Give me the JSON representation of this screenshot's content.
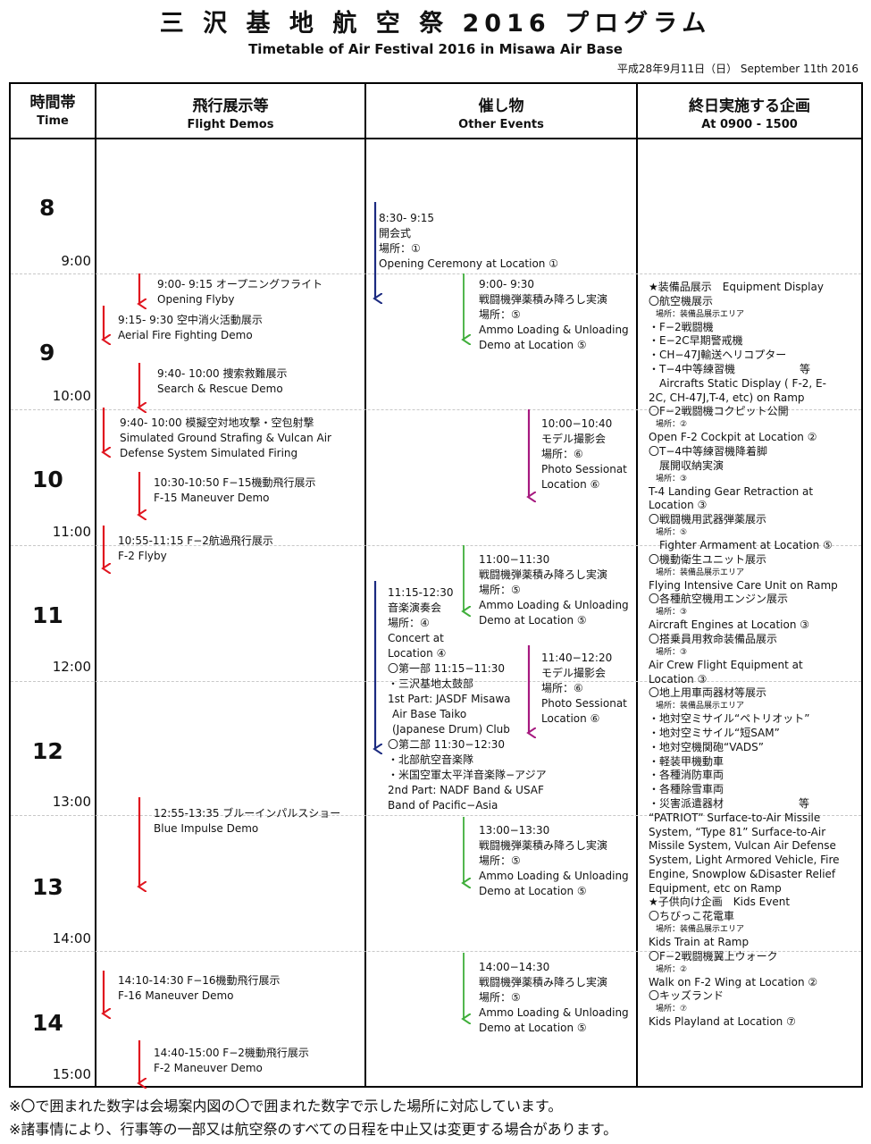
{
  "header": {
    "title": "三 沢 基 地 航 空 祭 2016 プログラム",
    "subtitle": "Timetable of Air Festival 2016 in Misawa Air Base",
    "date": "平成28年9月11日（日） September 11th 2016"
  },
  "columns": [
    {
      "jp": "時間帯",
      "en": "Time"
    },
    {
      "jp": "飛行展示等",
      "en": "Flight Demos"
    },
    {
      "jp": "催し物",
      "en": "Other Events"
    },
    {
      "jp": "終日実施する企画",
      "en": "At 0900 - 1500"
    }
  ],
  "hours": [
    "8",
    "9",
    "10",
    "11",
    "12",
    "13",
    "14"
  ],
  "time_labels": [
    "9:00",
    "10:00",
    "11:00",
    "12:00",
    "13:00",
    "14:00",
    "15:00"
  ],
  "flight_demos": [
    {
      "time": "9:00- 9:15 オープニングフライト",
      "en": "Opening Flyby"
    },
    {
      "time": "9:15- 9:30 空中消火活動展示",
      "en": "Aerial Fire Fighting Demo"
    },
    {
      "time": "9:40- 10:00 捜索救難展示",
      "en": "Search & Rescue Demo"
    },
    {
      "time": "9:40- 10:00 模擬空対地攻撃・空包射撃",
      "en": "Simulated Ground Strafing & Vulcan Air",
      "en2": "Defense System Simulated Firing"
    },
    {
      "time": "10:30-10:50 F−15機動飛行展示",
      "en": "F-15 Maneuver Demo"
    },
    {
      "time": "10:55-11:15 F−2航過飛行展示",
      "en": "F-2 Flyby"
    },
    {
      "time": "12:55-13:35 ブルーインパルスショー",
      "en": "Blue Impulse Demo"
    },
    {
      "time": "14:10-14:30 F−16機動飛行展示",
      "en": "F-16 Maneuver Demo"
    },
    {
      "time": "14:40-15:00 F−2機動飛行展示",
      "en": "F-2 Maneuver Demo"
    }
  ],
  "other_events": {
    "opening": {
      "l1": "8:30- 9:15",
      "l2": "開会式",
      "l3": "場所：①",
      "l4": "Opening Ceremony at Location ①"
    },
    "ammo1": {
      "l1": "9:00- 9:30",
      "l2": "戦闘機弾薬積み降ろし実演",
      "l3": "場所：⑤",
      "l4": "Ammo Loading & Unloading",
      "l5": "Demo at Location ⑤"
    },
    "photo1": {
      "l1": "10:00−10:40",
      "l2": "モデル撮影会",
      "l3": "場所：⑥",
      "l4": "Photo Sessionat",
      "l5": "Location ⑥"
    },
    "ammo2": {
      "l1": "11:00−11:30",
      "l2": "戦闘機弾薬積み降ろし実演",
      "l3": "場所：⑤",
      "l4": "Ammo Loading & Unloading",
      "l5": "Demo at Location ⑤"
    },
    "concert": {
      "l1": "11:15-12:30",
      "l2": "音楽演奏会",
      "l3": "場所：④",
      "l4": "Concert at",
      "l5": "Location ④",
      "l6": "〇第一部 11:15−11:30",
      "l7": "・三沢基地太鼓部",
      "l8": "1st Part: JASDF Misawa",
      "l9": "Air Base Taiko",
      "l10": "(Japanese Drum) Club",
      "l11": "〇第二部 11:30−12:30",
      "l12": "・北部航空音楽隊",
      "l13": "・米国空軍太平洋音楽隊−アジア",
      "l14": "2nd Part: NADF Band & USAF",
      "l15": "Band of Pacific−Asia"
    },
    "photo2": {
      "l1": "11:40−12:20",
      "l2": "モデル撮影会",
      "l3": "場所：⑥",
      "l4": "Photo Sessionat",
      "l5": "Location ⑥"
    },
    "ammo3": {
      "l1": "13:00−13:30",
      "l2": "戦闘機弾薬積み降ろし実演",
      "l3": "場所：⑤",
      "l4": "Ammo Loading & Unloading",
      "l5": "Demo at Location ⑤"
    },
    "ammo4": {
      "l1": "14:00−14:30",
      "l2": "戦闘機弾薬積み降ろし実演",
      "l3": "場所：⑤",
      "l4": "Ammo Loading & Unloading",
      "l5": "Demo at Location ⑤"
    }
  },
  "all_day": [
    {
      "t": "★装備品展示　Equipment Display"
    },
    {
      "t": "〇航空機展示"
    },
    {
      "t": "場所：装備品展示エリア",
      "small": true
    },
    {
      "t": "・F−2戦闘機"
    },
    {
      "t": "・E−2C早期警戒機"
    },
    {
      "t": "・CH−47J輸送ヘリコプター"
    },
    {
      "t": "・T−4中等練習機　　　　　　等"
    },
    {
      "t": "　Aircrafts Static Display ( F-2, E-"
    },
    {
      "t": "2C, CH-47J,T-4, etc) on Ramp"
    },
    {
      "t": "〇F−2戦闘機コクピット公開"
    },
    {
      "t": "場所：②",
      "small": true
    },
    {
      "t": " Open F-2 Cockpit at Location ②"
    },
    {
      "t": "〇T−4中等練習機降着脚"
    },
    {
      "t": "　展開収納実演"
    },
    {
      "t": "場所：③",
      "small": true
    },
    {
      "t": " T-4 Landing Gear Retraction at"
    },
    {
      "t": "Location ③"
    },
    {
      "t": "〇戦闘機用武器弾薬展示"
    },
    {
      "t": "場所：⑤",
      "small": true
    },
    {
      "t": "　Fighter Armament at Location ⑤"
    },
    {
      "t": "〇機動衛生ユニット展示"
    },
    {
      "t": "場所：装備品展示エリア",
      "small": true
    },
    {
      "t": " Flying Intensive Care Unit on Ramp"
    },
    {
      "t": "〇各種航空機用エンジン展示"
    },
    {
      "t": "場所：③",
      "small": true
    },
    {
      "t": " Aircraft Engines at Location ③"
    },
    {
      "t": "〇搭乗員用救命装備品展示"
    },
    {
      "t": "場所：③",
      "small": true
    },
    {
      "t": " Air Crew Flight Equipment at"
    },
    {
      "t": "Location ③"
    },
    {
      "t": "〇地上用車両器材等展示"
    },
    {
      "t": "場所：装備品展示エリア",
      "small": true
    },
    {
      "t": "・地対空ミサイル“ペトリオット”"
    },
    {
      "t": "・地対空ミサイル“短SAM”"
    },
    {
      "t": "・地対空機関砲“VADS”"
    },
    {
      "t": "・軽装甲機動車"
    },
    {
      "t": "・各種消防車両"
    },
    {
      "t": "・各種除雪車両"
    },
    {
      "t": "・災害派遣器材　　　　　　　等"
    },
    {
      "t": "“PATRIOT” Surface-to-Air Missile"
    },
    {
      "t": "System, “Type 81” Surface-to-Air"
    },
    {
      "t": "Missile System, Vulcan Air Defense"
    },
    {
      "t": "System, Light Armored Vehicle, Fire"
    },
    {
      "t": "Engine, Snowplow &Disaster Relief"
    },
    {
      "t": "Equipment, etc on Ramp"
    },
    {
      "t": "★子供向け企画　Kids Event"
    },
    {
      "t": "〇ちびっこ花電車"
    },
    {
      "t": "場所：装備品展示エリア",
      "small": true
    },
    {
      "t": " Kids Train at Ramp"
    },
    {
      "t": "〇F−2戦闘機翼上ウォーク"
    },
    {
      "t": "場所：②",
      "small": true
    },
    {
      "t": " Walk on F-2 Wing at Location ②"
    },
    {
      "t": "〇キッズランド"
    },
    {
      "t": "場所：⑦",
      "small": true
    },
    {
      "t": " Kids Playland at Location ⑦"
    }
  ],
  "footnotes": [
    "※〇で囲まれた数字は会場案内図の〇で囲まれた数字で示した場所に対応しています。",
    "※諸事情により、行事等の一部又は航空祭のすべての日程を中止又は変更する場合があります。"
  ],
  "colors": {
    "flight_arrow": "#e0141e",
    "ammo_arrow": "#3fae3a",
    "photo_arrow": "#a6197f",
    "ceremony_arrow": "#1b2a80"
  }
}
